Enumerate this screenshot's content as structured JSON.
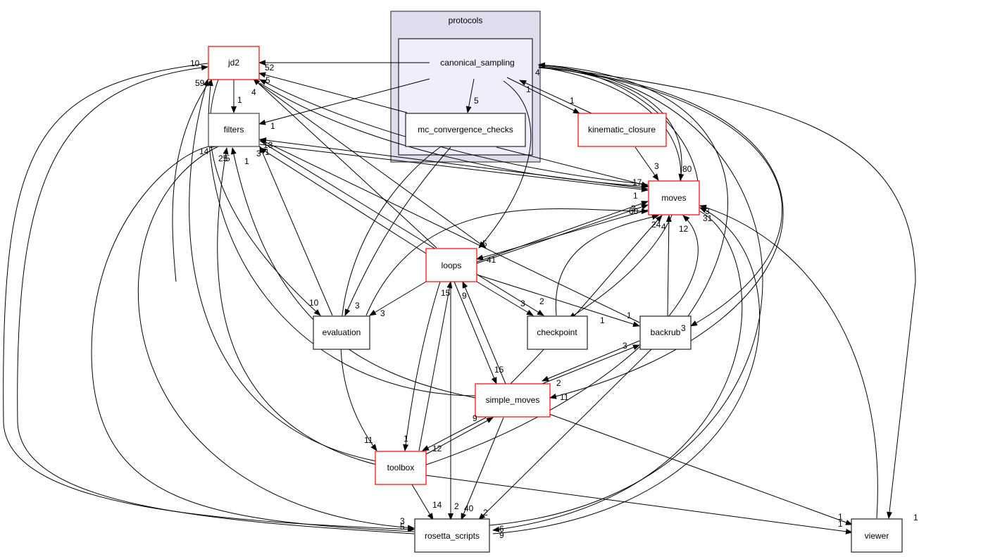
{
  "diagram": {
    "title": "protocols directory dependency graph",
    "colors": {
      "cluster_outer_fill": "#dddded",
      "cluster_outer_stroke": "#444444",
      "cluster_inner_fill": "#eeeefd",
      "cluster_inner_stroke": "#222222",
      "node_red_stroke": "#ff0000",
      "node_black_stroke": "#444444",
      "edge": "#000000"
    },
    "clusters": [
      {
        "id": "protocols",
        "label": "protocols"
      },
      {
        "id": "canonical_sampling",
        "label": "canonical_sampling"
      }
    ],
    "nodes": [
      {
        "id": "jd2",
        "label": "jd2",
        "style": "red"
      },
      {
        "id": "filters",
        "label": "filters",
        "style": "black"
      },
      {
        "id": "mc_convergence_checks",
        "label": "mc_convergence_checks",
        "style": "black"
      },
      {
        "id": "kinematic_closure",
        "label": "kinematic_closure",
        "style": "red"
      },
      {
        "id": "moves",
        "label": "moves",
        "style": "red"
      },
      {
        "id": "loops",
        "label": "loops",
        "style": "red"
      },
      {
        "id": "evaluation",
        "label": "evaluation",
        "style": "black"
      },
      {
        "id": "checkpoint",
        "label": "checkpoint",
        "style": "black"
      },
      {
        "id": "backrub",
        "label": "backrub",
        "style": "black"
      },
      {
        "id": "simple_moves",
        "label": "simple_moves",
        "style": "red"
      },
      {
        "id": "toolbox",
        "label": "toolbox",
        "style": "red"
      },
      {
        "id": "rosetta_scripts",
        "label": "rosetta_scripts",
        "style": "black"
      },
      {
        "id": "viewer",
        "label": "viewer",
        "style": "black"
      }
    ],
    "edge_labels": [
      {
        "text": "10",
        "near": "jd2"
      },
      {
        "text": "52",
        "near": "jd2"
      },
      {
        "text": "5",
        "near": "jd2"
      },
      {
        "text": "59",
        "near": "jd2"
      },
      {
        "text": "4",
        "near": "jd2"
      },
      {
        "text": "1",
        "near": "filters-from-jd2"
      },
      {
        "text": "1",
        "near": "filters-from-canonical"
      },
      {
        "text": "14",
        "near": "filters"
      },
      {
        "text": "25",
        "near": "filters"
      },
      {
        "text": "5",
        "near": "filters"
      },
      {
        "text": "1",
        "near": "filters"
      },
      {
        "text": "3",
        "near": "filters"
      },
      {
        "text": "13",
        "near": "filters"
      },
      {
        "text": "1",
        "near": "filters-right"
      },
      {
        "text": "5",
        "near": "mc_convergence_checks"
      },
      {
        "text": "4",
        "near": "canonical_sampling"
      },
      {
        "text": "1",
        "near": "canonical_sampling"
      },
      {
        "text": "1",
        "near": "kinematic_closure"
      },
      {
        "text": "3",
        "near": "moves-top"
      },
      {
        "text": "80",
        "near": "moves-top"
      },
      {
        "text": "17",
        "near": "moves-left"
      },
      {
        "text": "1",
        "near": "moves-left"
      },
      {
        "text": "3",
        "near": "moves-left"
      },
      {
        "text": "60",
        "near": "moves-left"
      },
      {
        "text": "24",
        "near": "moves-bottom"
      },
      {
        "text": "4",
        "near": "moves-bottom"
      },
      {
        "text": "12",
        "near": "moves-bottom"
      },
      {
        "text": "3",
        "near": "moves-right"
      },
      {
        "text": "31",
        "near": "moves-right"
      },
      {
        "text": "5",
        "near": "loops-top"
      },
      {
        "text": "41",
        "near": "loops-right"
      },
      {
        "text": "15",
        "near": "loops-bottom"
      },
      {
        "text": "9",
        "near": "loops-bottom"
      },
      {
        "text": "10",
        "near": "evaluation"
      },
      {
        "text": "3",
        "near": "evaluation"
      },
      {
        "text": "3",
        "near": "evaluation-right"
      },
      {
        "text": "3",
        "near": "checkpoint"
      },
      {
        "text": "2",
        "near": "checkpoint"
      },
      {
        "text": "1",
        "near": "checkpoint-right"
      },
      {
        "text": "1",
        "near": "backrub-left"
      },
      {
        "text": "3",
        "near": "backrub-right"
      },
      {
        "text": "3",
        "near": "backrub-bottom"
      },
      {
        "text": "15",
        "near": "simple_moves-top"
      },
      {
        "text": "2",
        "near": "simple_moves-right"
      },
      {
        "text": "11",
        "near": "simple_moves-right"
      },
      {
        "text": "9",
        "near": "simple_moves-bottom"
      },
      {
        "text": "11",
        "near": "toolbox"
      },
      {
        "text": "1",
        "near": "toolbox"
      },
      {
        "text": "12",
        "near": "toolbox"
      },
      {
        "text": "14",
        "near": "rosetta_scripts-top"
      },
      {
        "text": "2",
        "near": "rosetta_scripts-top"
      },
      {
        "text": "40",
        "near": "rosetta_scripts-top"
      },
      {
        "text": "2",
        "near": "rosetta_scripts-top"
      },
      {
        "text": "3",
        "near": "rosetta_scripts-left"
      },
      {
        "text": "5",
        "near": "rosetta_scripts-left"
      },
      {
        "text": "6",
        "near": "rosetta_scripts-right"
      },
      {
        "text": "9",
        "near": "rosetta_scripts-right"
      },
      {
        "text": "1",
        "near": "viewer-left"
      },
      {
        "text": "1",
        "near": "viewer-left"
      },
      {
        "text": "1",
        "near": "viewer-right"
      }
    ]
  }
}
